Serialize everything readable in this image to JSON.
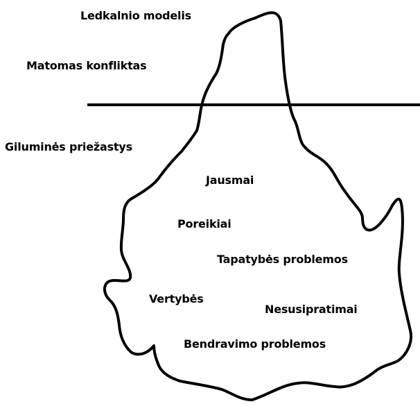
{
  "title": "Ledkalnio modelis",
  "above_water_label": "Matomas konfliktas",
  "below_water_label": "Giluminės priežastys",
  "causes": {
    "jausmai": "Jausmai",
    "poreikiai": "Poreikiai",
    "tapatybes": "Tapatybės problemos",
    "vertybes": "Vertybės",
    "nesusipratimai": "Nesusipratimai",
    "bendravimo": "Bendravimo problemos"
  },
  "colors": {
    "ink": "#000000",
    "background": "#ffffff"
  }
}
